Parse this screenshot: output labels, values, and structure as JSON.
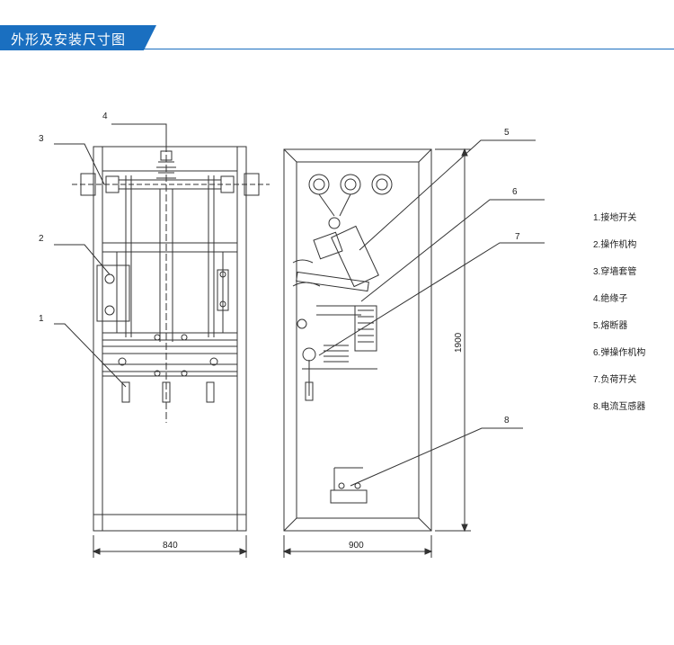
{
  "header": {
    "title": "外形及安装尺寸图"
  },
  "callouts": {
    "n1": "1",
    "n2": "2",
    "n3": "3",
    "n4": "4",
    "n5": "5",
    "n6": "6",
    "n7": "7",
    "n8": "8"
  },
  "dimensions": {
    "front_width": "840",
    "side_width": "900",
    "height": "1900"
  },
  "legend": [
    "1.接地开关",
    "2.操作机构",
    "3.穿墙套管",
    "4.绝缘子",
    "5.熔断器",
    "6.弹操作机构",
    "7.负荷开关",
    "8.电流互感器"
  ],
  "colors": {
    "accent": "#1a6fc0",
    "line": "#333333"
  }
}
